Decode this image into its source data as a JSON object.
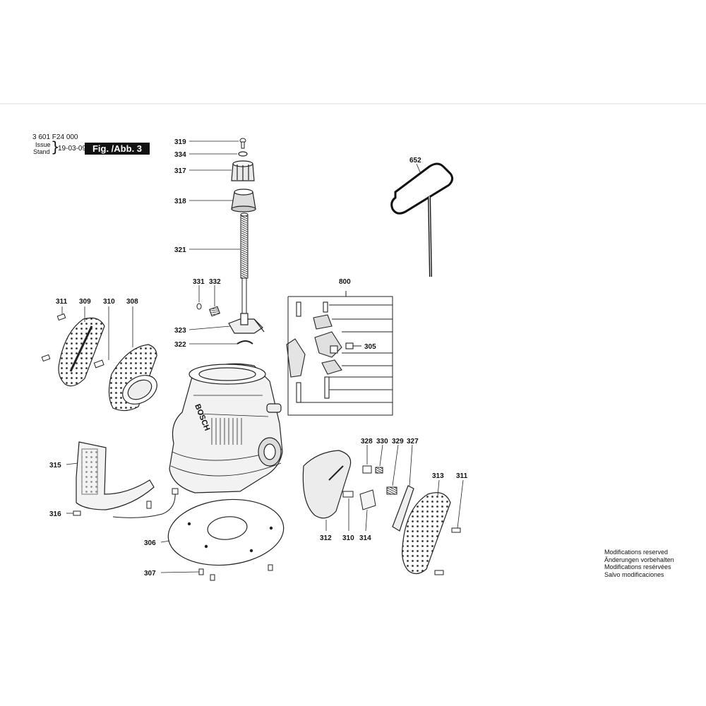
{
  "header": {
    "part_number": "3 601 F24 000",
    "issue_label_en": "Issue",
    "issue_label_de": "Stand",
    "issue_date": "19-03-09",
    "figure_label": "Fig. /Abb. 3"
  },
  "brand_text": "BOSCH",
  "modifications_note": {
    "en": "Modifications reserved",
    "de": "Änderungen vorbehalten",
    "fr": "Modifications resérvées",
    "es": "Salvo modificaciones"
  },
  "parts": {
    "p319": "319",
    "p334": "334",
    "p317": "317",
    "p318": "318",
    "p321": "321",
    "p331": "331",
    "p332": "332",
    "p323": "323",
    "p322": "322",
    "p652": "652",
    "p800": "800",
    "p305": "305",
    "p311_left": "311",
    "p309": "309",
    "p310_left": "310",
    "p308": "308",
    "p315": "315",
    "p316": "316",
    "p306": "306",
    "p307": "307",
    "p328": "328",
    "p330": "330",
    "p329": "329",
    "p327": "327",
    "p313": "313",
    "p311_right": "311",
    "p312": "312",
    "p310_right": "310",
    "p314": "314"
  }
}
